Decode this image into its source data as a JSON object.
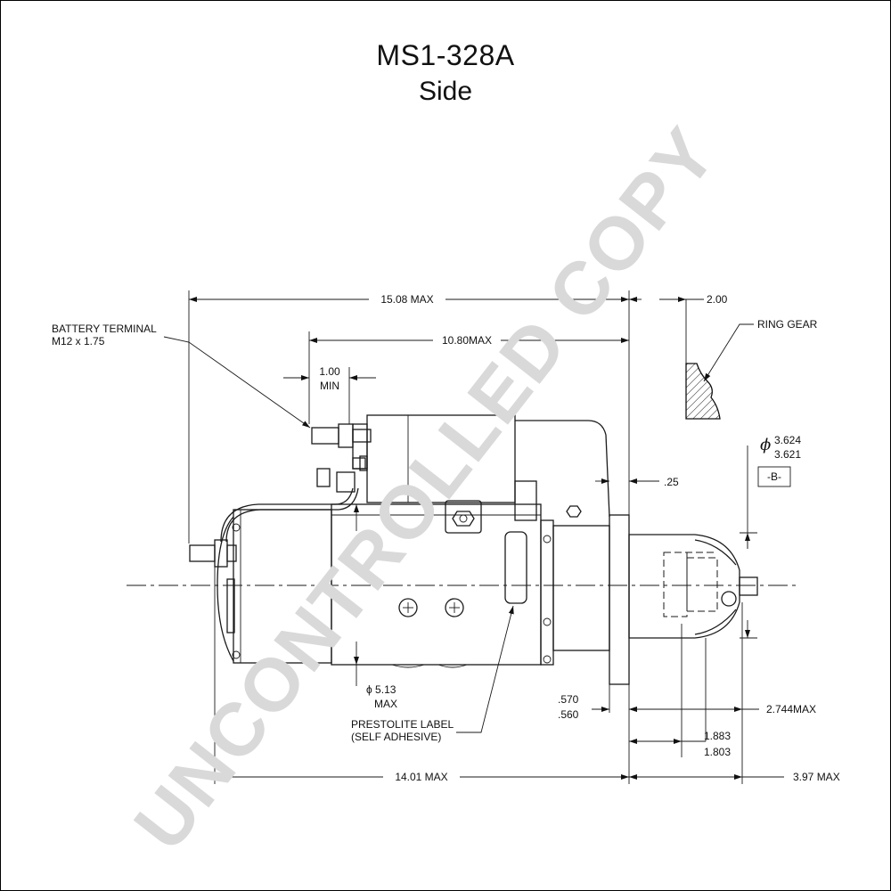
{
  "header": {
    "part_number": "MS1-328A",
    "view": "Side"
  },
  "watermark": "UNCONTROLLED COPY",
  "labels": {
    "battery_terminal_line1": "BATTERY TERMINAL",
    "battery_terminal_line2": "M12 x 1.75",
    "ring_gear": "RING GEAR",
    "prestolite_label_line1": "PRESTOLITE LABEL",
    "prestolite_label_line2": "(SELF ADHESIVE)",
    "datum_b": "-B-"
  },
  "dimensions": {
    "overall_length": "15.08 MAX",
    "solenoid_length": "10.80MAX",
    "terminal_clearance_line1": "1.00",
    "terminal_clearance_line2": "MIN",
    "ring_gear_offset": "2.00",
    "flange_gap": ".25",
    "pilot_dia_symbol": "ϕ",
    "pilot_dia_max": "3.624",
    "pilot_dia_min": "3.621",
    "motor_dia_line1": "ϕ 5.13",
    "motor_dia_line2": "MAX",
    "flange_thickness_max": ".570",
    "flange_thickness_min": ".560",
    "nose_length": "2.744MAX",
    "pinion_pos_max": "1.883",
    "pinion_pos_min": "1.803",
    "body_length": "14.01 MAX",
    "nose_total": "3.97 MAX"
  }
}
